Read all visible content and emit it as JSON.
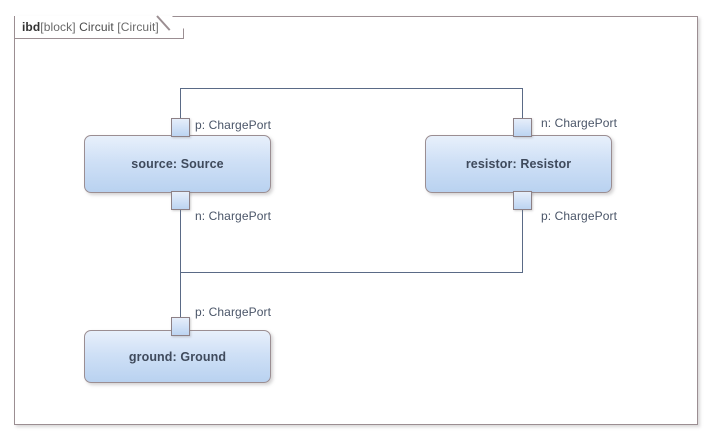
{
  "diagram": {
    "header": {
      "keyword": "ibd",
      "stereotype": "[block]",
      "name": "Circuit",
      "type": "[Circuit]"
    },
    "blocks": [
      {
        "id": "source",
        "label": "source: Source"
      },
      {
        "id": "resistor",
        "label": "resistor: Resistor"
      },
      {
        "id": "ground",
        "label": "ground: Ground"
      }
    ],
    "ports": [
      {
        "id": "source-p",
        "label": "p: ChargePort"
      },
      {
        "id": "source-n",
        "label": "n: ChargePort"
      },
      {
        "id": "resistor-n",
        "label": "n: ChargePort"
      },
      {
        "id": "resistor-p",
        "label": "p: ChargePort"
      },
      {
        "id": "ground-p",
        "label": "p: ChargePort"
      }
    ],
    "colors": {
      "frame_border": "#9b8e92",
      "block_fill_top": "#e8f0fb",
      "block_fill_bottom": "#b9d2f0",
      "connector": "#5a6a86",
      "text": "#3f4a5c",
      "label_text": "#4a5568"
    }
  }
}
